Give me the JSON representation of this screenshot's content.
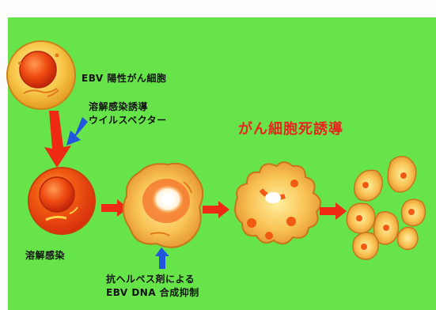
{
  "labels": {
    "ebv_cell": "EBV 陽性がん細胞",
    "vector_line1": "溶解感染誘導",
    "vector_line2": "ウイルスベクター",
    "death": "がん細胞死誘導",
    "lytic": "溶解感染",
    "antiviral_line1": "抗ヘルペス剤による",
    "antiviral_line2": "EBV DNA 合成抑制"
  },
  "colors": {
    "background": "#66e44a",
    "arrow_red": "#ee2a14",
    "arrow_blue": "#2255dd",
    "cell_fill": "#f7c84a",
    "nucleus": "#e8400e",
    "death_text": "#e8251e"
  }
}
